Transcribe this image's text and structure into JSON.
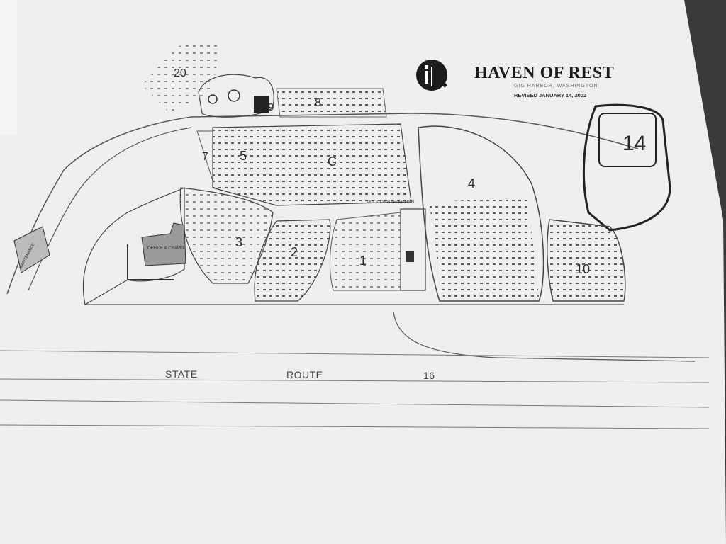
{
  "brand": {
    "logo_letters": "iR",
    "title": "HAVEN OF REST",
    "location": "GIG HARBOR, WASHINGTON",
    "revised": "REVISED JANUARY 14, 2002"
  },
  "buildings": {
    "office": "OFFICE & CHAPEL",
    "maintenance": "MAINTENANCE",
    "pool": "POOL OF REFLECTION"
  },
  "road": {
    "word1": "STATE",
    "word2": "ROUTE",
    "number": "16"
  },
  "sections": {
    "s20": "20",
    "s8": "8",
    "s9": "9",
    "s7": "7",
    "s5": "5",
    "sC": "C",
    "s4": "4",
    "s14": "14",
    "s3": "3",
    "s2": "2",
    "s1": "1",
    "s10": "10"
  },
  "colors": {
    "paper": "#f0f0f0",
    "ink": "#2a2a2a",
    "dots": "#5a5a5a"
  }
}
